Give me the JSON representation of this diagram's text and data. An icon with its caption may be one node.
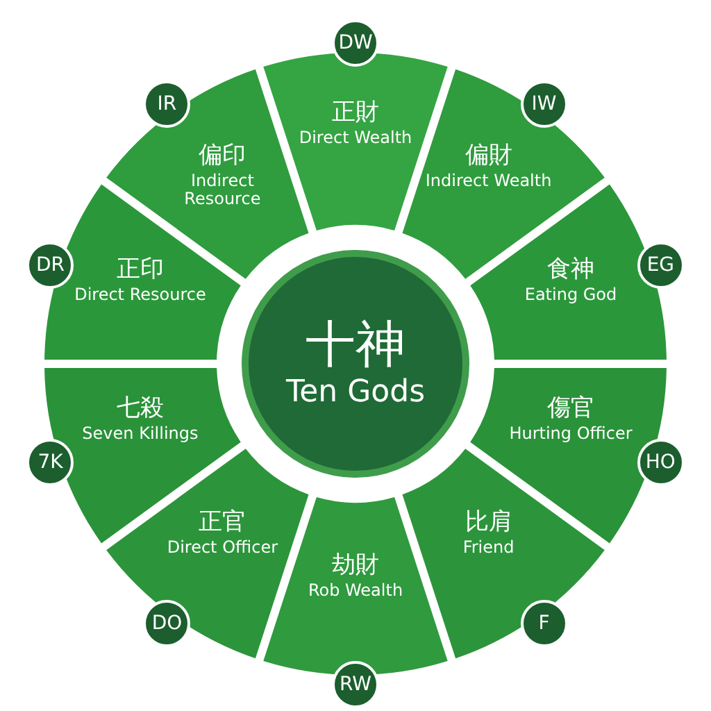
{
  "diagram": {
    "nodes": [
      {
        "text": [
          "十神",
          "Ten Gods"
        ]
      },
      {
        "text": [
          "正財",
          "Direct Wealth"
        ]
      },
      {
        "text": [
          "偏財",
          "Indirect Wealth"
        ]
      },
      {
        "text": [
          "食神",
          "Eating God"
        ]
      },
      {
        "text": [
          "傷官",
          "Hurting Officer"
        ]
      },
      {
        "text": [
          "比肩",
          "Friend"
        ]
      },
      {
        "text": [
          "劫財",
          "Rob Wealth"
        ]
      },
      {
        "text": [
          "正官",
          "Direct Officer"
        ]
      },
      {
        "text": [
          "七殺",
          "Seven Killings"
        ]
      },
      {
        "text": [
          "正印",
          "Direct Resource"
        ]
      },
      {
        "text": [
          "偏印",
          "Indirect Resource"
        ]
      },
      {
        "text": [
          "DW"
        ]
      },
      {
        "text": [
          "IW"
        ]
      },
      {
        "text": [
          "EG"
        ]
      },
      {
        "text": [
          "HO"
        ]
      },
      {
        "text": [
          "F"
        ]
      },
      {
        "text": [
          "RW"
        ]
      },
      {
        "text": [
          "DO"
        ]
      },
      {
        "text": [
          "7K"
        ]
      },
      {
        "text": [
          "DR"
        ]
      },
      {
        "text": [
          "IR"
        ]
      }
    ],
    "edges": []
  }
}
